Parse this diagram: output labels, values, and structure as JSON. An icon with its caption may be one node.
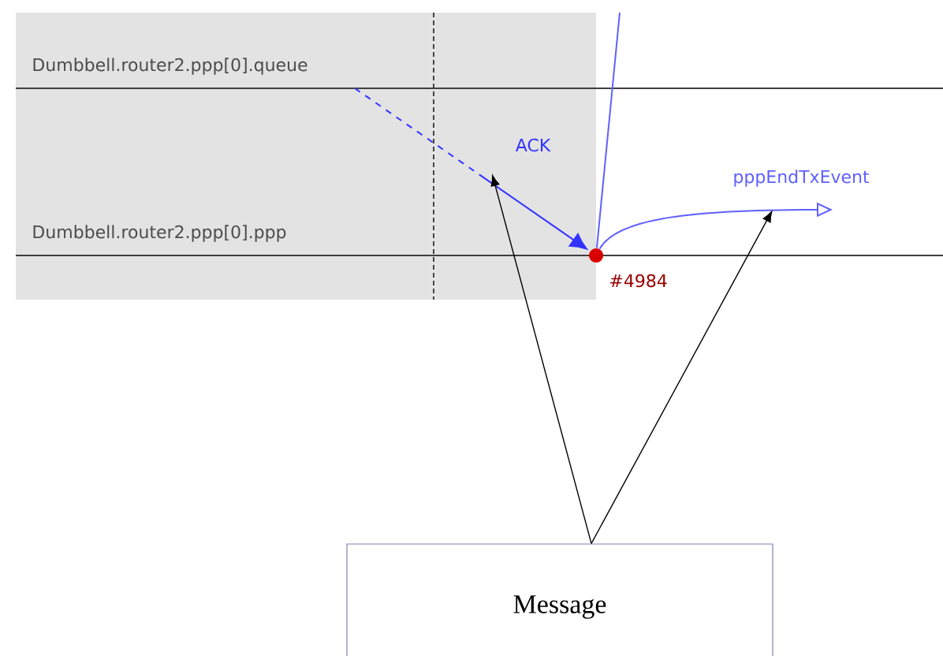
{
  "diagram": {
    "nodes": [
      {
        "text": [
          "Message"
        ]
      },
      {
        "text": [],
        "shape": "circle",
        "beside": [
          "#4984"
        ]
      }
    ],
    "edges": [
      {
        "from": null,
        "to": 1,
        "arrow": "none",
        "color": "#6060ff"
      },
      {
        "from": null,
        "to": 1,
        "arrow": "to",
        "label": "ACK",
        "style": "dashed",
        "color": "#3333ff"
      },
      {
        "from": 1,
        "to": null,
        "arrow": "to",
        "label": "pppEndTxEvent",
        "color": "#6060ff"
      },
      {
        "from": 0,
        "to": null,
        "arrow": "to",
        "color": "#000000"
      },
      {
        "from": 0,
        "to": null,
        "arrow": "to",
        "color": "#000000"
      }
    ],
    "labels": [
      "Dumbbell.router2.ppp[0].queue",
      "Dumbbell.router2.ppp[0].ppp"
    ]
  }
}
